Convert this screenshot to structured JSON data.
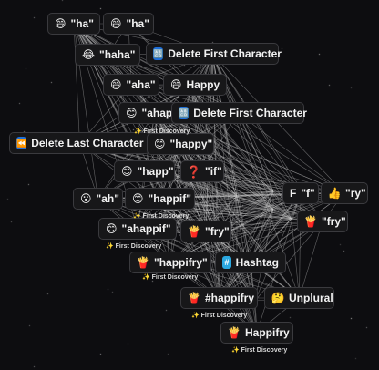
{
  "colors": {
    "background": "#0d0d10",
    "node_bg": "#171719",
    "node_border": "#3a3a3e",
    "edge": "#cfcfcf",
    "blue_badge": "#1e6fd9",
    "red_badge": "#e0242f"
  },
  "discovery_label": "First Discovery",
  "nodes": [
    {
      "id": "n1",
      "emoji": "😄",
      "text": "\"ha\""
    },
    {
      "id": "n2",
      "emoji": "😄",
      "text": "\"ha\""
    },
    {
      "id": "n3",
      "emoji": "😂",
      "text": "\"haha\""
    },
    {
      "id": "n4",
      "emoji": "🔠",
      "text": "Delete First Character"
    },
    {
      "id": "n5",
      "emoji": "😄",
      "text": "\"aha\""
    },
    {
      "id": "n6",
      "emoji": "😄",
      "text": "Happy"
    },
    {
      "id": "n7",
      "emoji": "😊",
      "text": "\"ahappy\""
    },
    {
      "id": "n8",
      "emoji": "🔠",
      "text": "Delete First Character"
    },
    {
      "id": "n9",
      "emoji": "⏪",
      "text": "Delete Last Character"
    },
    {
      "id": "n10",
      "emoji": "😊",
      "text": "\"happy\""
    },
    {
      "id": "n11",
      "emoji": "😊",
      "text": "\"happ\""
    },
    {
      "id": "n12",
      "emoji": "❓",
      "text": "\"if\""
    },
    {
      "id": "n13",
      "emoji": "F",
      "text": "\"f\""
    },
    {
      "id": "n14",
      "emoji": "👍",
      "text": "\"ry\""
    },
    {
      "id": "n15",
      "emoji": "😮",
      "text": "\"ah\""
    },
    {
      "id": "n16",
      "emoji": "😊",
      "text": "\"happif\""
    },
    {
      "id": "n17",
      "emoji": "🍟",
      "text": "\"fry\""
    },
    {
      "id": "n18",
      "emoji": "😊",
      "text": "\"ahappif\""
    },
    {
      "id": "n19",
      "emoji": "🍟",
      "text": "\"fry\""
    },
    {
      "id": "n20",
      "emoji": "🍟",
      "text": "\"happifry\""
    },
    {
      "id": "n21",
      "emoji": "#",
      "text": "Hashtag"
    },
    {
      "id": "n22",
      "emoji": "🍟",
      "text": "#happifry"
    },
    {
      "id": "n23",
      "emoji": "🤔",
      "text": "Unplural"
    },
    {
      "id": "n24",
      "emoji": "🍟",
      "text": "Happifry"
    }
  ]
}
